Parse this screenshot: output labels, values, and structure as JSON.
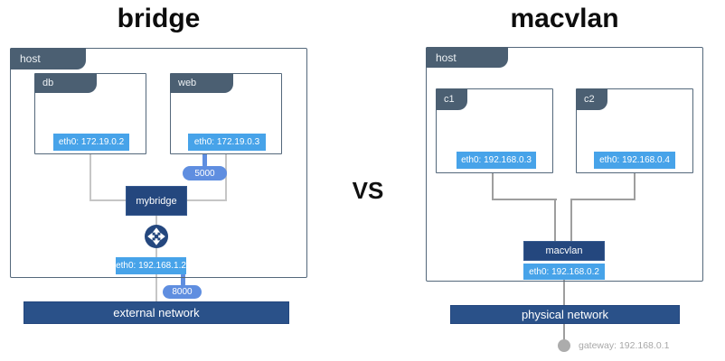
{
  "titles": {
    "left": "bridge",
    "vs": "VS",
    "right": "macvlan"
  },
  "left": {
    "host_label": "host",
    "containers": [
      {
        "name": "db",
        "eth": "eth0: 172.19.0.2"
      },
      {
        "name": "web",
        "eth": "eth0: 172.19.0.3",
        "port": "5000"
      }
    ],
    "bridge_label": "mybridge",
    "router_icon": "router-crossroads-icon",
    "host_eth": "eth0: 192.168.1.2",
    "host_port": "8000",
    "network_label": "external network"
  },
  "right": {
    "host_label": "host",
    "containers": [
      {
        "name": "c1",
        "eth": "eth0: 192.168.0.3"
      },
      {
        "name": "c2",
        "eth": "eth0: 192.168.0.4"
      }
    ],
    "driver_label": "macvlan",
    "host_eth": "eth0: 192.168.0.2",
    "network_label": "physical network",
    "gateway_label": "gateway: 192.168.0.1"
  },
  "colors": {
    "slate_tab": "#4B5F72",
    "box_border": "#54687B",
    "eth_blue": "#47A3E9",
    "port_blue": "#5F8EE0",
    "navy": "#24477E",
    "bar_navy": "#2A5189",
    "connector_gray_left": "#C6C6C6",
    "connector_gray_right": "#9E9E9E",
    "gateway_gray": "#ACACAC"
  }
}
